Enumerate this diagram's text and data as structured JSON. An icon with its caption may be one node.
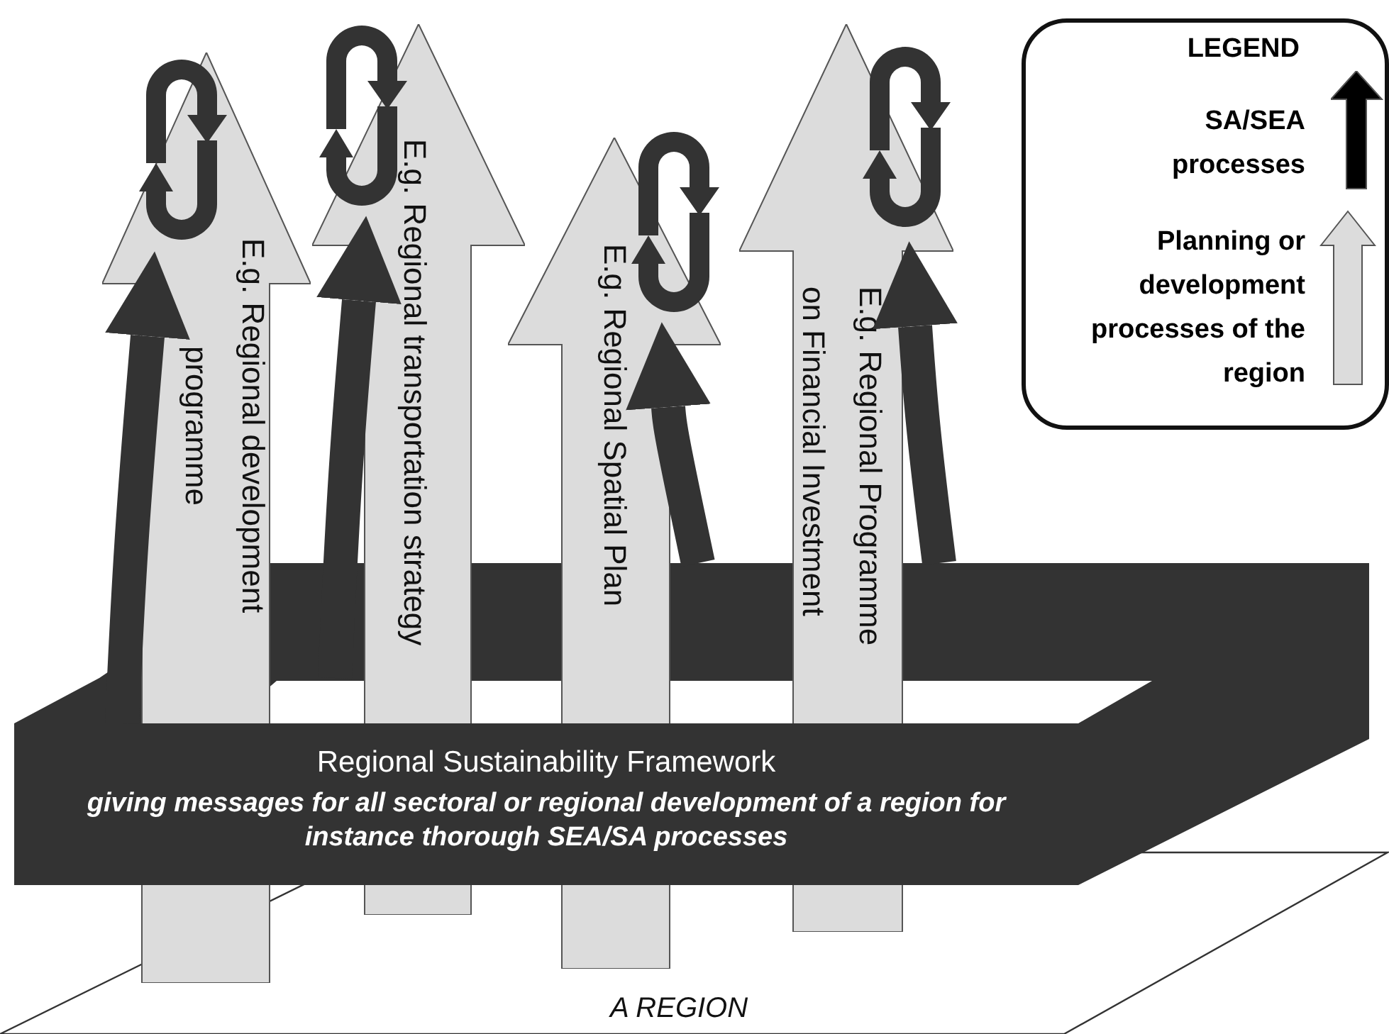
{
  "diagram": {
    "nodes": [
      {
        "text": [
          "E.g. Regional development programme"
        ]
      },
      {
        "text": [
          "E.g. Regional transportation strategy"
        ]
      },
      {
        "text": [
          "E.g. Regional Spatial Plan"
        ]
      },
      {
        "text": [
          "E.g. Regional Programme on Financial Investment"
        ]
      },
      {
        "text": [
          "Regional Sustainability Framework",
          "giving messages for all sectoral or regional development of a region for instance thorough SEA/SA processes"
        ]
      },
      {
        "text": [
          "A REGION"
        ]
      }
    ],
    "edges": [
      {
        "from": 4,
        "to": 0,
        "arrow": "to"
      },
      {
        "from": 4,
        "to": 1,
        "arrow": "to"
      },
      {
        "from": 4,
        "to": 2,
        "arrow": "to"
      },
      {
        "from": 4,
        "to": 3,
        "arrow": "to"
      }
    ],
    "labels": [
      "LEGEND"
    ],
    "legend": [
      {
        "text": "SA/SEA processes"
      },
      {
        "text": "Planning or development processes of the region"
      }
    ]
  }
}
